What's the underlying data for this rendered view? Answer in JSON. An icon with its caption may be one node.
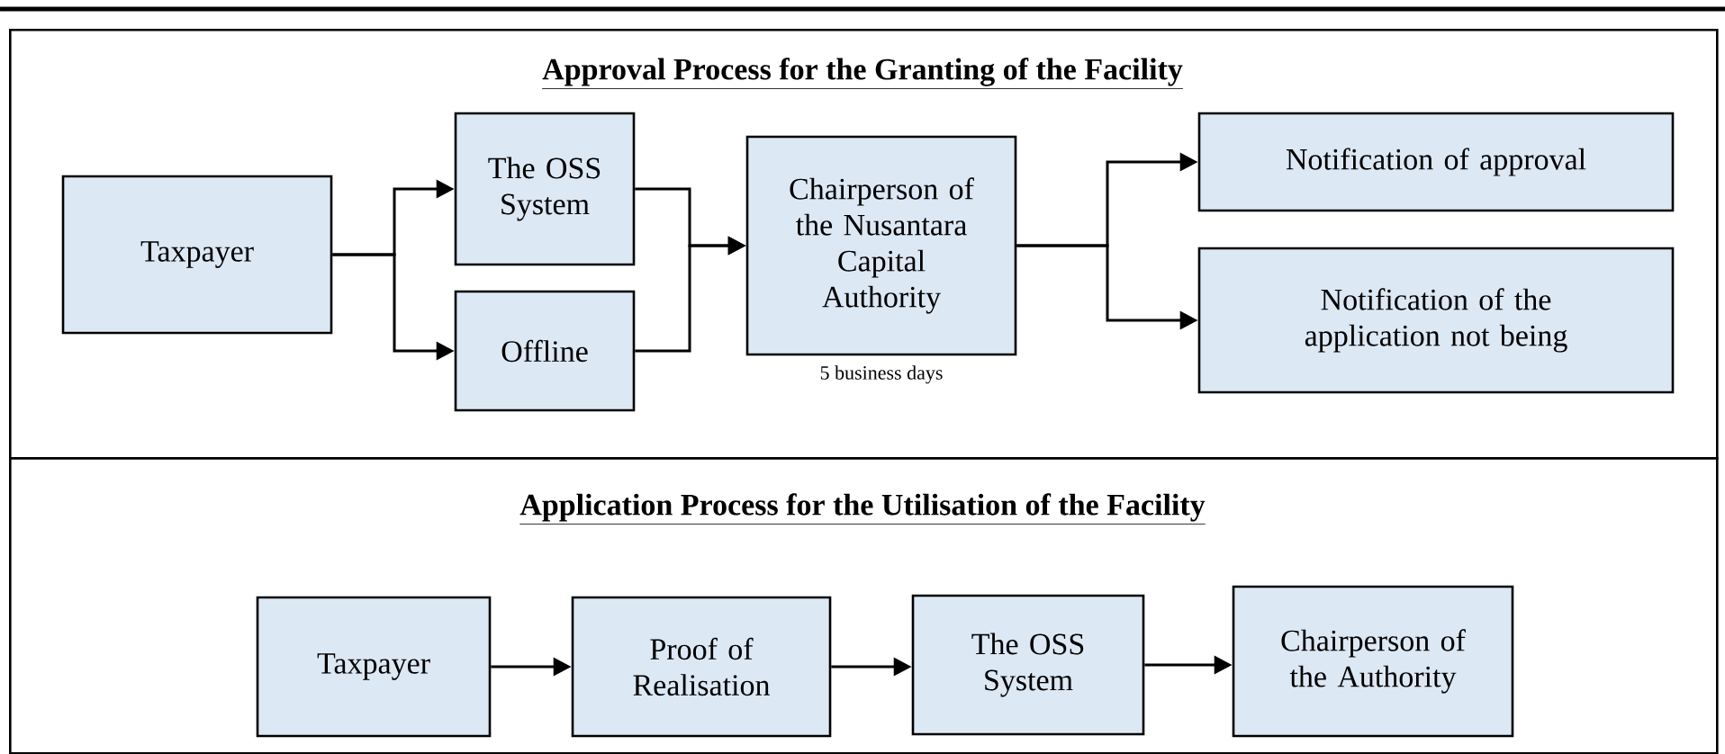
{
  "diagram": {
    "nodes": [
      {
        "text": [
          "Approval Process for the Granting of the Facility"
        ]
      },
      {
        "text": [
          "Taxpayer"
        ],
        "in": 0
      },
      {
        "text": [
          "The OSS System"
        ],
        "in": 0
      },
      {
        "text": [
          "Offline"
        ],
        "in": 0
      },
      {
        "text": [
          "Chairperson of the Nusantara Capital Authority"
        ],
        "in": 0,
        "beside": [
          "5 business days"
        ]
      },
      {
        "text": [
          "Notification of approval"
        ],
        "in": 0
      },
      {
        "text": [
          "Notification of the application not being"
        ],
        "in": 0
      },
      {
        "text": [
          "Application Process for the Utilisation of the Facility"
        ]
      },
      {
        "text": [
          "Taxpayer"
        ],
        "in": 7
      },
      {
        "text": [
          "Proof of Realisation"
        ],
        "in": 7
      },
      {
        "text": [
          "The OSS System"
        ],
        "in": 7
      },
      {
        "text": [
          "Chairperson of the Authority"
        ],
        "in": 7
      }
    ],
    "edges": [
      {
        "from": 1,
        "to": 2,
        "arrow": "to"
      },
      {
        "from": 1,
        "to": 3,
        "arrow": "to"
      },
      {
        "from": 2,
        "to": 4,
        "arrow": "to"
      },
      {
        "from": 3,
        "to": 4,
        "arrow": "to"
      },
      {
        "from": 4,
        "to": 5,
        "arrow": "to"
      },
      {
        "from": 4,
        "to": 6,
        "arrow": "to"
      },
      {
        "from": 8,
        "to": 9,
        "arrow": "to"
      },
      {
        "from": 9,
        "to": 10,
        "arrow": "to"
      },
      {
        "from": 10,
        "to": 11,
        "arrow": "to"
      }
    ]
  }
}
